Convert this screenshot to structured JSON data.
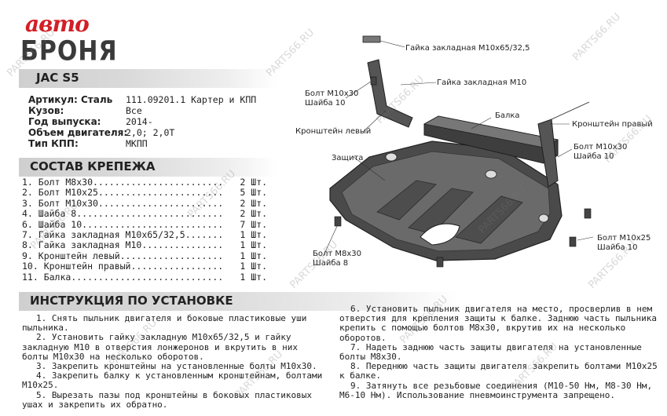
{
  "logo": {
    "top": "авто",
    "bottom": "БРОНЯ"
  },
  "model": "JAC S5",
  "specs": [
    {
      "label": "Артикул: Сталь",
      "value": "111.09201.1 Картер и КПП"
    },
    {
      "label": "Кузов:",
      "value": "Все"
    },
    {
      "label": "Год выпуска:",
      "value": "2014-"
    },
    {
      "label": "Объем двигателя:",
      "value": "2,0; 2,0T"
    },
    {
      "label": "Тип КПП:",
      "value": "МКПП"
    }
  ],
  "fasteners_title": "СОСТАВ КРЕПЕЖА",
  "fasteners": [
    {
      "left": "1. Болт М8х30........................",
      "right": "2 Шт."
    },
    {
      "left": "2. Болт М10х25.......................",
      "right": "5 Шт."
    },
    {
      "left": "3. Болт М10х30.......................",
      "right": "2 Шт."
    },
    {
      "left": "4. Шайба 8...........................",
      "right": "2 Шт."
    },
    {
      "left": "6. Шайба 10..........................",
      "right": "7 Шт."
    },
    {
      "left": "7. Гайка закладная М10х65/32,5.......",
      "right": "1 Шт."
    },
    {
      "left": "8. Гайка закладная М10...............",
      "right": "1 Шт."
    },
    {
      "left": "9. Кронштейн левый...................",
      "right": "1 Шт."
    },
    {
      "left": "10. Кронштейн правый.................",
      "right": "1 Шт."
    },
    {
      "left": "11. Балка............................",
      "right": "1 Шт."
    }
  ],
  "instructions_title": "ИНСТРУКЦИЯ ПО УСТАНОВКЕ",
  "instructions_left": [
    "1. Снять пыльник двигателя и боковые пластиковые уши пыльника.",
    "2. Установить гайку закладную М10х65/32,5 и гайку закладную М10 в отверстия лонжеронов и вкрутить в них болты М10х30 на несколько оборотов.",
    "3. Закрепить кронштейны на установленные болты М10х30.",
    "4. Закрепить балку к установленным кронштейнам, болтами М10х25.",
    "5. Вырезать пазы под кронштейны в боковых пластиковых ушах и закрепить их обратно."
  ],
  "instructions_right": [
    "6. Установить пыльник двигателя на место, просверлив в нем отверстия для крепления защиты к балке. Заднюю часть пыльника крепить с помощью болтов М8х30, вкрутив их на несколько оборотов.",
    "7. Надеть заднюю часть защиты двигателя на установленные болты М8х30.",
    "8. Переднюю часть защиты двигателя закрепить болтами М10х25 к балке.",
    "9. Затянуть все резьбовые соединения (М10-50 Нм, М8-30 Нм, М6-10 Нм). Использование пневмоинструмента запрещено."
  ],
  "diagram_labels": {
    "nut_long": "Гайка закладная М10х65/32,5",
    "nut": "Гайка закладная М10",
    "bolt_m10x30_left": "Болт М10х30",
    "washer10_left": "Шайба 10",
    "beam": "Балка",
    "bracket_right": "Кронштейн правый",
    "bracket_left": "Кронштейн левый",
    "bolt_m10x30_right": "Болт М10х30",
    "washer10_right": "Шайба 10",
    "guard": "Защита",
    "bolt_m10x25": "Болт М10х25",
    "washer10_bottom": "Шайба 10",
    "bolt_m8x30": "Болт М8х30",
    "washer8": "Шайба 8"
  },
  "watermark": "PARTS66.RU",
  "colors": {
    "brand_red": "#d21f26",
    "banner_gray": "#cfcfcf",
    "part_dark": "#3d3d3d",
    "part_mid": "#6b6b6b"
  }
}
